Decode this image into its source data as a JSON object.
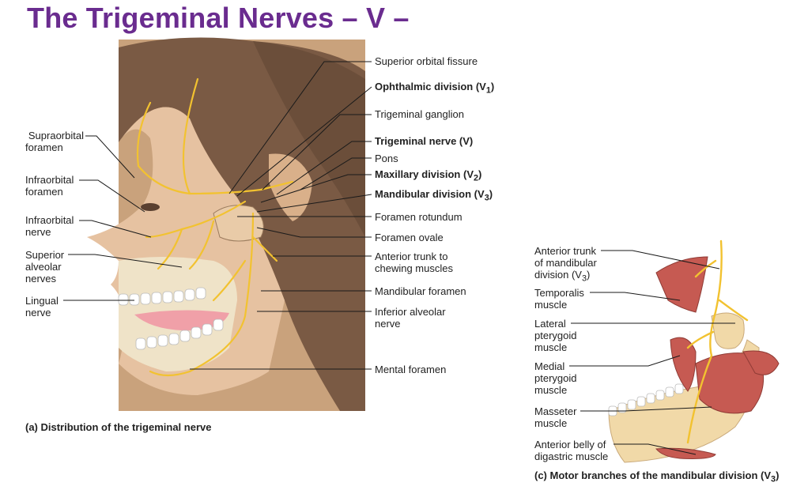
{
  "title": "The Trigeminal Nerves – V –",
  "panel_a": {
    "caption": "(a) Distribution of the trigeminal nerve",
    "left_labels": [
      {
        "l1": "Supraorbital",
        "l2": "foramen"
      },
      {
        "l1": "Infraorbital",
        "l2": "foramen"
      },
      {
        "l1": "Infraorbital",
        "l2": "nerve"
      },
      {
        "l1": "Superior",
        "l2": "alveolar",
        "l3": "nerves"
      },
      {
        "l1": "Lingual",
        "l2": "nerve"
      }
    ],
    "right_labels": [
      {
        "text": "Superior orbital fissure"
      },
      {
        "text": "Ophthalmic division (V",
        "sub": "1",
        "tail": ")"
      },
      {
        "text": "Trigeminal  ganglion"
      },
      {
        "text": "Trigeminal nerve (V)"
      },
      {
        "text": "Pons"
      },
      {
        "text": "Maxillary division (V",
        "sub": "2",
        "tail": ")"
      },
      {
        "text": "Mandibular division (V",
        "sub": "3",
        "tail": ")"
      },
      {
        "text": "Foramen rotundum"
      },
      {
        "text": "Foramen ovale"
      },
      {
        "l1": "Anterior trunk to",
        "l2": "chewing muscles"
      },
      {
        "text": "Mandibular foramen"
      },
      {
        "l1": "Inferior alveolar",
        "l2": "nerve"
      },
      {
        "text": "Mental foramen"
      }
    ]
  },
  "panel_c": {
    "caption": "(c) Motor branches of the mandibular division (V",
    "caption_sub": "3",
    "caption_tail": ")",
    "labels": [
      {
        "l1": "Anterior trunk",
        "l2": "of mandibular",
        "l3": "division (V",
        "sub": "3",
        "tail": ")"
      },
      {
        "l1": "Temporalis",
        "l2": "muscle"
      },
      {
        "l1": "Lateral",
        "l2": "pterygoid",
        "l3": "muscle"
      },
      {
        "l1": "Medial",
        "l2": "pterygoid",
        "l3": "muscle"
      },
      {
        "l1": "Masseter",
        "l2": "muscle"
      },
      {
        "l1": "Anterior belly of",
        "l2": "digastric muscle"
      }
    ]
  }
}
